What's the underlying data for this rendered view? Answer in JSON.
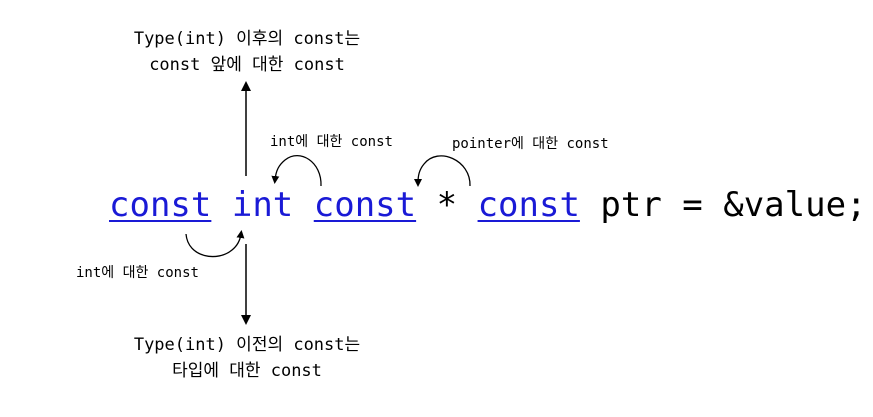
{
  "captions": {
    "top_line1": "Type(int) 이후의 const는",
    "top_line2": "const 앞에 대한 const",
    "bottom_line1": "Type(int) 이전의 const는",
    "bottom_line2": "타입에 대한 const"
  },
  "notes": {
    "int_right": "int에 대한 const",
    "pointer": "pointer에 대한 const",
    "int_left": "int에 대한 const"
  },
  "code": {
    "tok_const1": "const",
    "tok_int": "int",
    "tok_const2": "const",
    "tok_star": "*",
    "tok_const3": "const",
    "tok_rest": "ptr = &value;"
  },
  "colors": {
    "keyword": "#1a1ad6",
    "text": "#000000",
    "background": "#ffffff"
  }
}
